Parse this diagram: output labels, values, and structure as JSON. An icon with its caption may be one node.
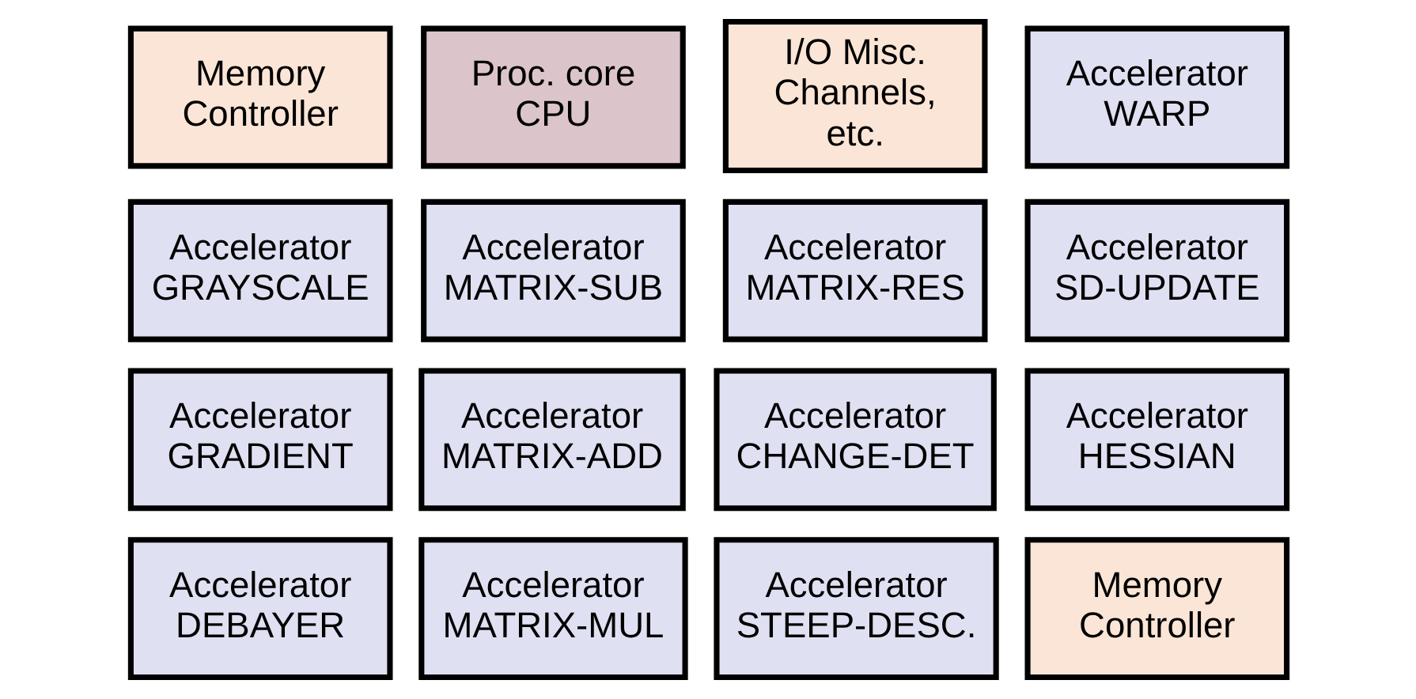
{
  "diagram": {
    "nodes": [
      {
        "text": [
          "Memory Controller"
        ]
      },
      {
        "text": [
          "Proc. core CPU"
        ]
      },
      {
        "text": [
          "I/O Misc. Channels, etc."
        ]
      },
      {
        "text": [
          "Accelerator WARP"
        ]
      },
      {
        "text": [
          "Accelerator GRAYSCALE"
        ]
      },
      {
        "text": [
          "Accelerator MATRIX-SUB"
        ]
      },
      {
        "text": [
          "Accelerator MATRIX-RES"
        ]
      },
      {
        "text": [
          "Accelerator SD-UPDATE"
        ]
      },
      {
        "text": [
          "Accelerator GRADIENT"
        ]
      },
      {
        "text": [
          "Accelerator MATRIX-ADD"
        ]
      },
      {
        "text": [
          "Accelerator CHANGE-DET"
        ]
      },
      {
        "text": [
          "Accelerator HESSIAN"
        ]
      },
      {
        "text": [
          "Accelerator DEBAYER"
        ]
      },
      {
        "text": [
          "Accelerator MATRIX-MUL"
        ]
      },
      {
        "text": [
          "Accelerator STEEP-DESC."
        ]
      },
      {
        "text": [
          "Memory Controller"
        ]
      }
    ],
    "edges": []
  }
}
